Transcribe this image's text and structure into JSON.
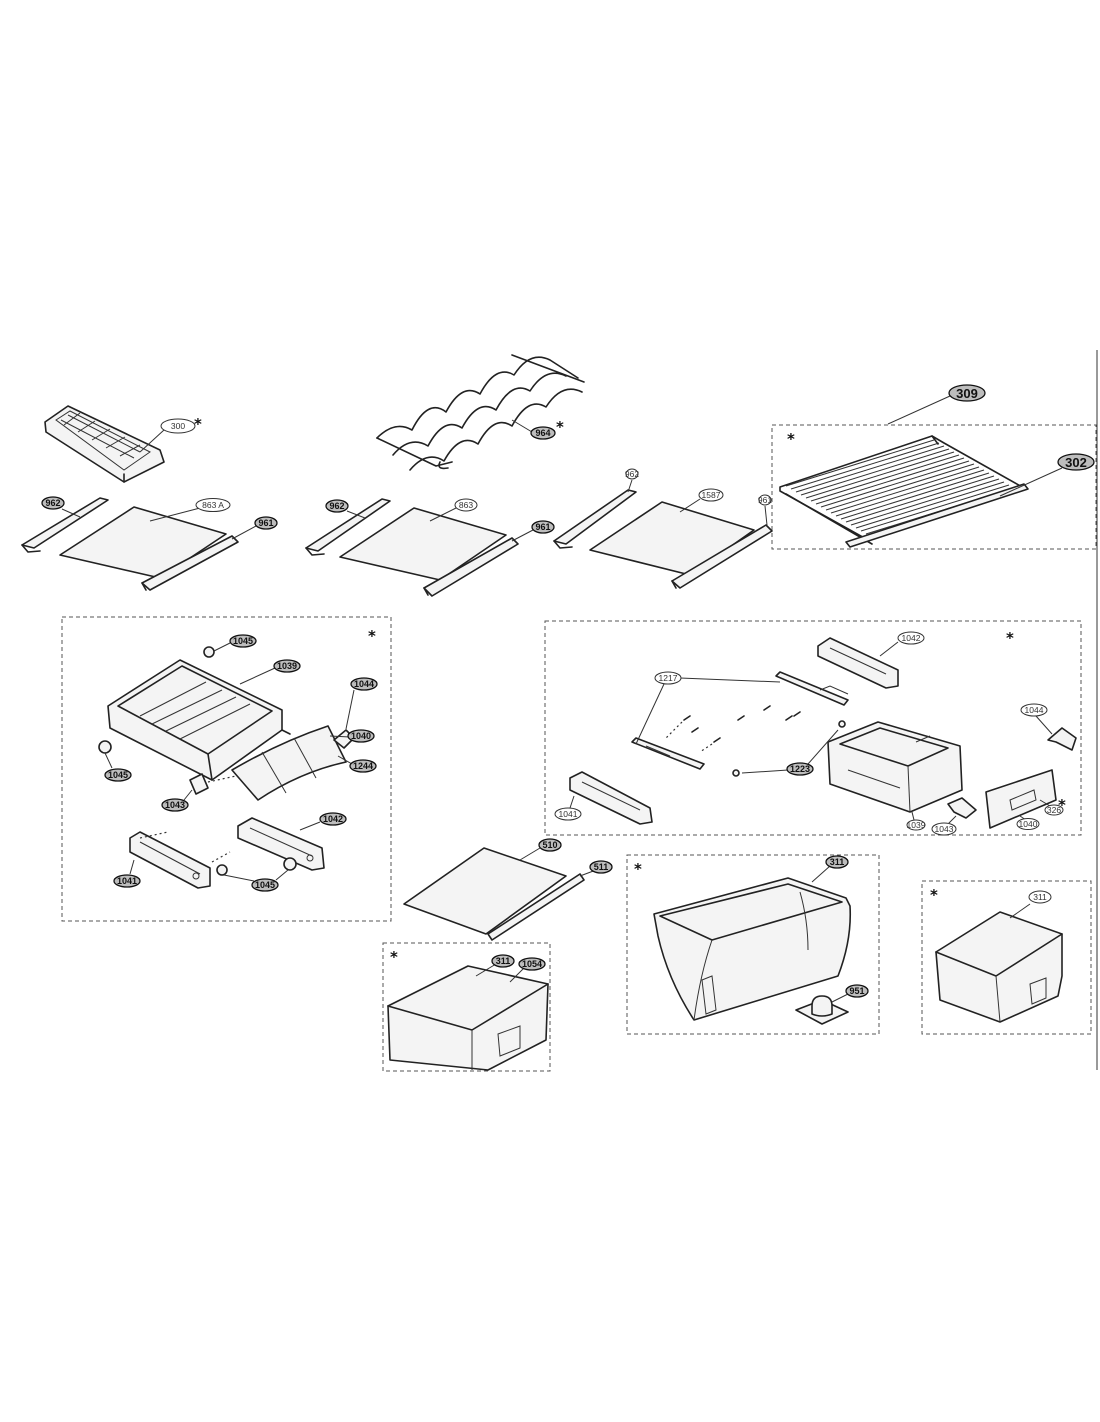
{
  "callouts": {
    "c300": "300",
    "c964": "964",
    "c309": "309",
    "c302": "302",
    "c962a": "962",
    "c863a": "863 A",
    "c961a": "961",
    "c962b": "962",
    "c863": "863",
    "c961b": "961",
    "c962c": "962",
    "c1587": "1587",
    "c961c": "961",
    "c1045a": "1045",
    "c1039": "1039",
    "c1044a": "1044",
    "c1040a": "1040",
    "c1244": "1244",
    "c1045b": "1045",
    "c1043a": "1043",
    "c1042a": "1042",
    "c1041a": "1041",
    "c1045c": "1045",
    "c1042b": "1042",
    "c1217": "1217",
    "c1223": "1223",
    "c1044b": "1044",
    "c1041b": "1041",
    "c1039b": "1039",
    "c1043b": "1043",
    "c1040b": "1040",
    "c326": "326",
    "c510": "510",
    "c511": "511",
    "c311a": "311",
    "c951": "951",
    "c311b": "311",
    "c311c": "311",
    "c1054": "1054"
  },
  "stars": {
    "s1": "*",
    "s2": "*",
    "s3": "*",
    "s4": "*",
    "s5": "*",
    "s6": "*",
    "s7": "*",
    "s8": "*",
    "s9": "*",
    "s10": "*"
  }
}
